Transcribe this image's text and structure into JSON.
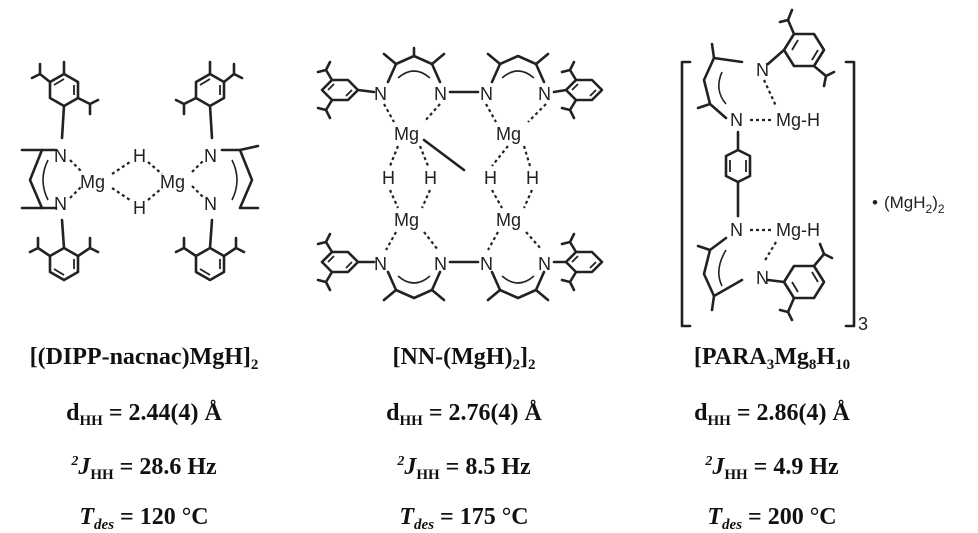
{
  "compounds": [
    {
      "name_main": "[(DIPP-nacnac)MgH]",
      "name_sub": "2",
      "dhh_label": "d",
      "dhh_sub": "HH",
      "dhh_value": " = 2.44(4) Å",
      "j_sup": "2",
      "j_label": "J",
      "j_sub": "HH",
      "j_value": " = 28.6 Hz",
      "t_label": "T",
      "t_sub": "des",
      "t_value": " = 120 °C"
    },
    {
      "name_main": "[NN-(MgH)",
      "name_sub": "2",
      "name_tail": "]",
      "name_sub2": "2",
      "dhh_label": "d",
      "dhh_sub": "HH",
      "dhh_value": " = 2.76(4) Å",
      "j_sup": "2",
      "j_label": "J",
      "j_sub": "HH",
      "j_value": " = 8.5 Hz",
      "t_label": "T",
      "t_sub": "des",
      "t_value": " = 175 °C"
    },
    {
      "name_a": "[PARA",
      "name_sub_a": "3",
      "name_b": "Mg",
      "name_sub_b": "8",
      "name_c": "H",
      "name_sub_c": "10",
      "dhh_label": "d",
      "dhh_sub": "HH",
      "dhh_value": " = 2.86(4) Å",
      "j_sup": "2",
      "j_label": "J",
      "j_sub": "HH",
      "j_value": " = 4.9 Hz",
      "t_label": "T",
      "t_sub": "des",
      "t_value": " = 200 °C"
    }
  ],
  "structure_labels": {
    "n": "N",
    "mg": "Mg",
    "h": "H",
    "mgh": "Mg-H",
    "bracket_count": "3",
    "adduct_dot": "•",
    "adduct_main": "(MgH",
    "adduct_sub": "2",
    "adduct_tail": ")",
    "adduct_sub2": "2"
  }
}
